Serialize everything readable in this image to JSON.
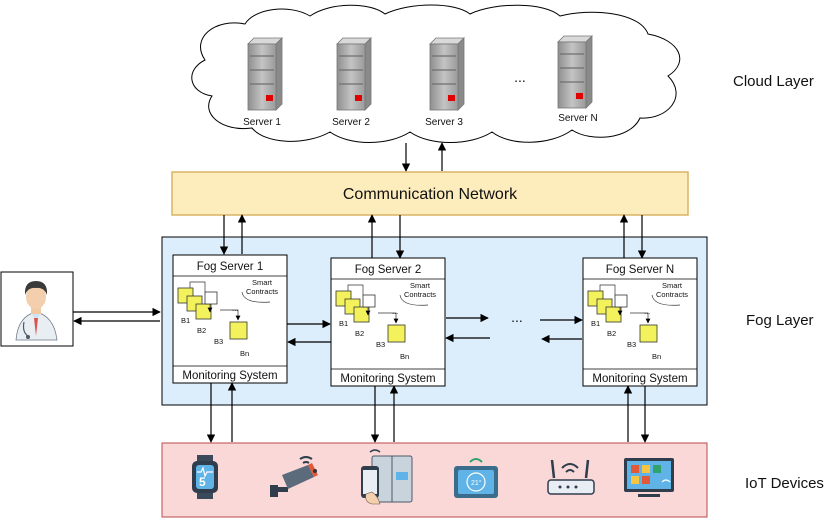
{
  "layers": {
    "cloud": "Cloud Layer",
    "fog": "Fog Layer",
    "iot": "IoT Devices"
  },
  "cloud": {
    "servers": [
      "Server 1",
      "Server 2",
      "Server 3",
      "Server N"
    ],
    "ellipsis": "..."
  },
  "network": {
    "label": "Communication Network"
  },
  "fog_servers": [
    {
      "title": "Fog Server 1",
      "monitoring": "Monitoring System",
      "smart_contracts": [
        "Smart",
        "Contracts"
      ],
      "blocks": [
        "B1",
        "B2",
        "B3",
        "Bn"
      ],
      "ellipsis": "..."
    },
    {
      "title": "Fog Server 2",
      "monitoring": "Monitoring System",
      "smart_contracts": [
        "Smart",
        "Contracts"
      ],
      "blocks": [
        "B1",
        "B2",
        "B3",
        "Bn"
      ],
      "ellipsis": "..."
    },
    {
      "title": "Fog Server N",
      "monitoring": "Monitoring System",
      "smart_contracts": [
        "Smart",
        "Contracts"
      ],
      "blocks": [
        "B1",
        "B2",
        "B3",
        "Bn"
      ],
      "ellipsis": "..."
    }
  ],
  "fog_ellipsis": "...",
  "iot_devices": [
    "smartwatch-icon",
    "cctv-camera-icon",
    "smart-fridge-icon",
    "smart-thermostat-icon",
    "wifi-router-icon",
    "smart-tv-icon"
  ],
  "actor": "doctor-icon",
  "colors": {
    "network_fill": "#fdedbd",
    "network_stroke": "#d8b463",
    "fog_fill": "#dcedfb",
    "iot_fill": "#fad8d8",
    "iot_stroke": "#b84a4a",
    "block_fill": "#f4f25c",
    "server_body": "#a6a6a6",
    "server_led": "#e00000"
  }
}
